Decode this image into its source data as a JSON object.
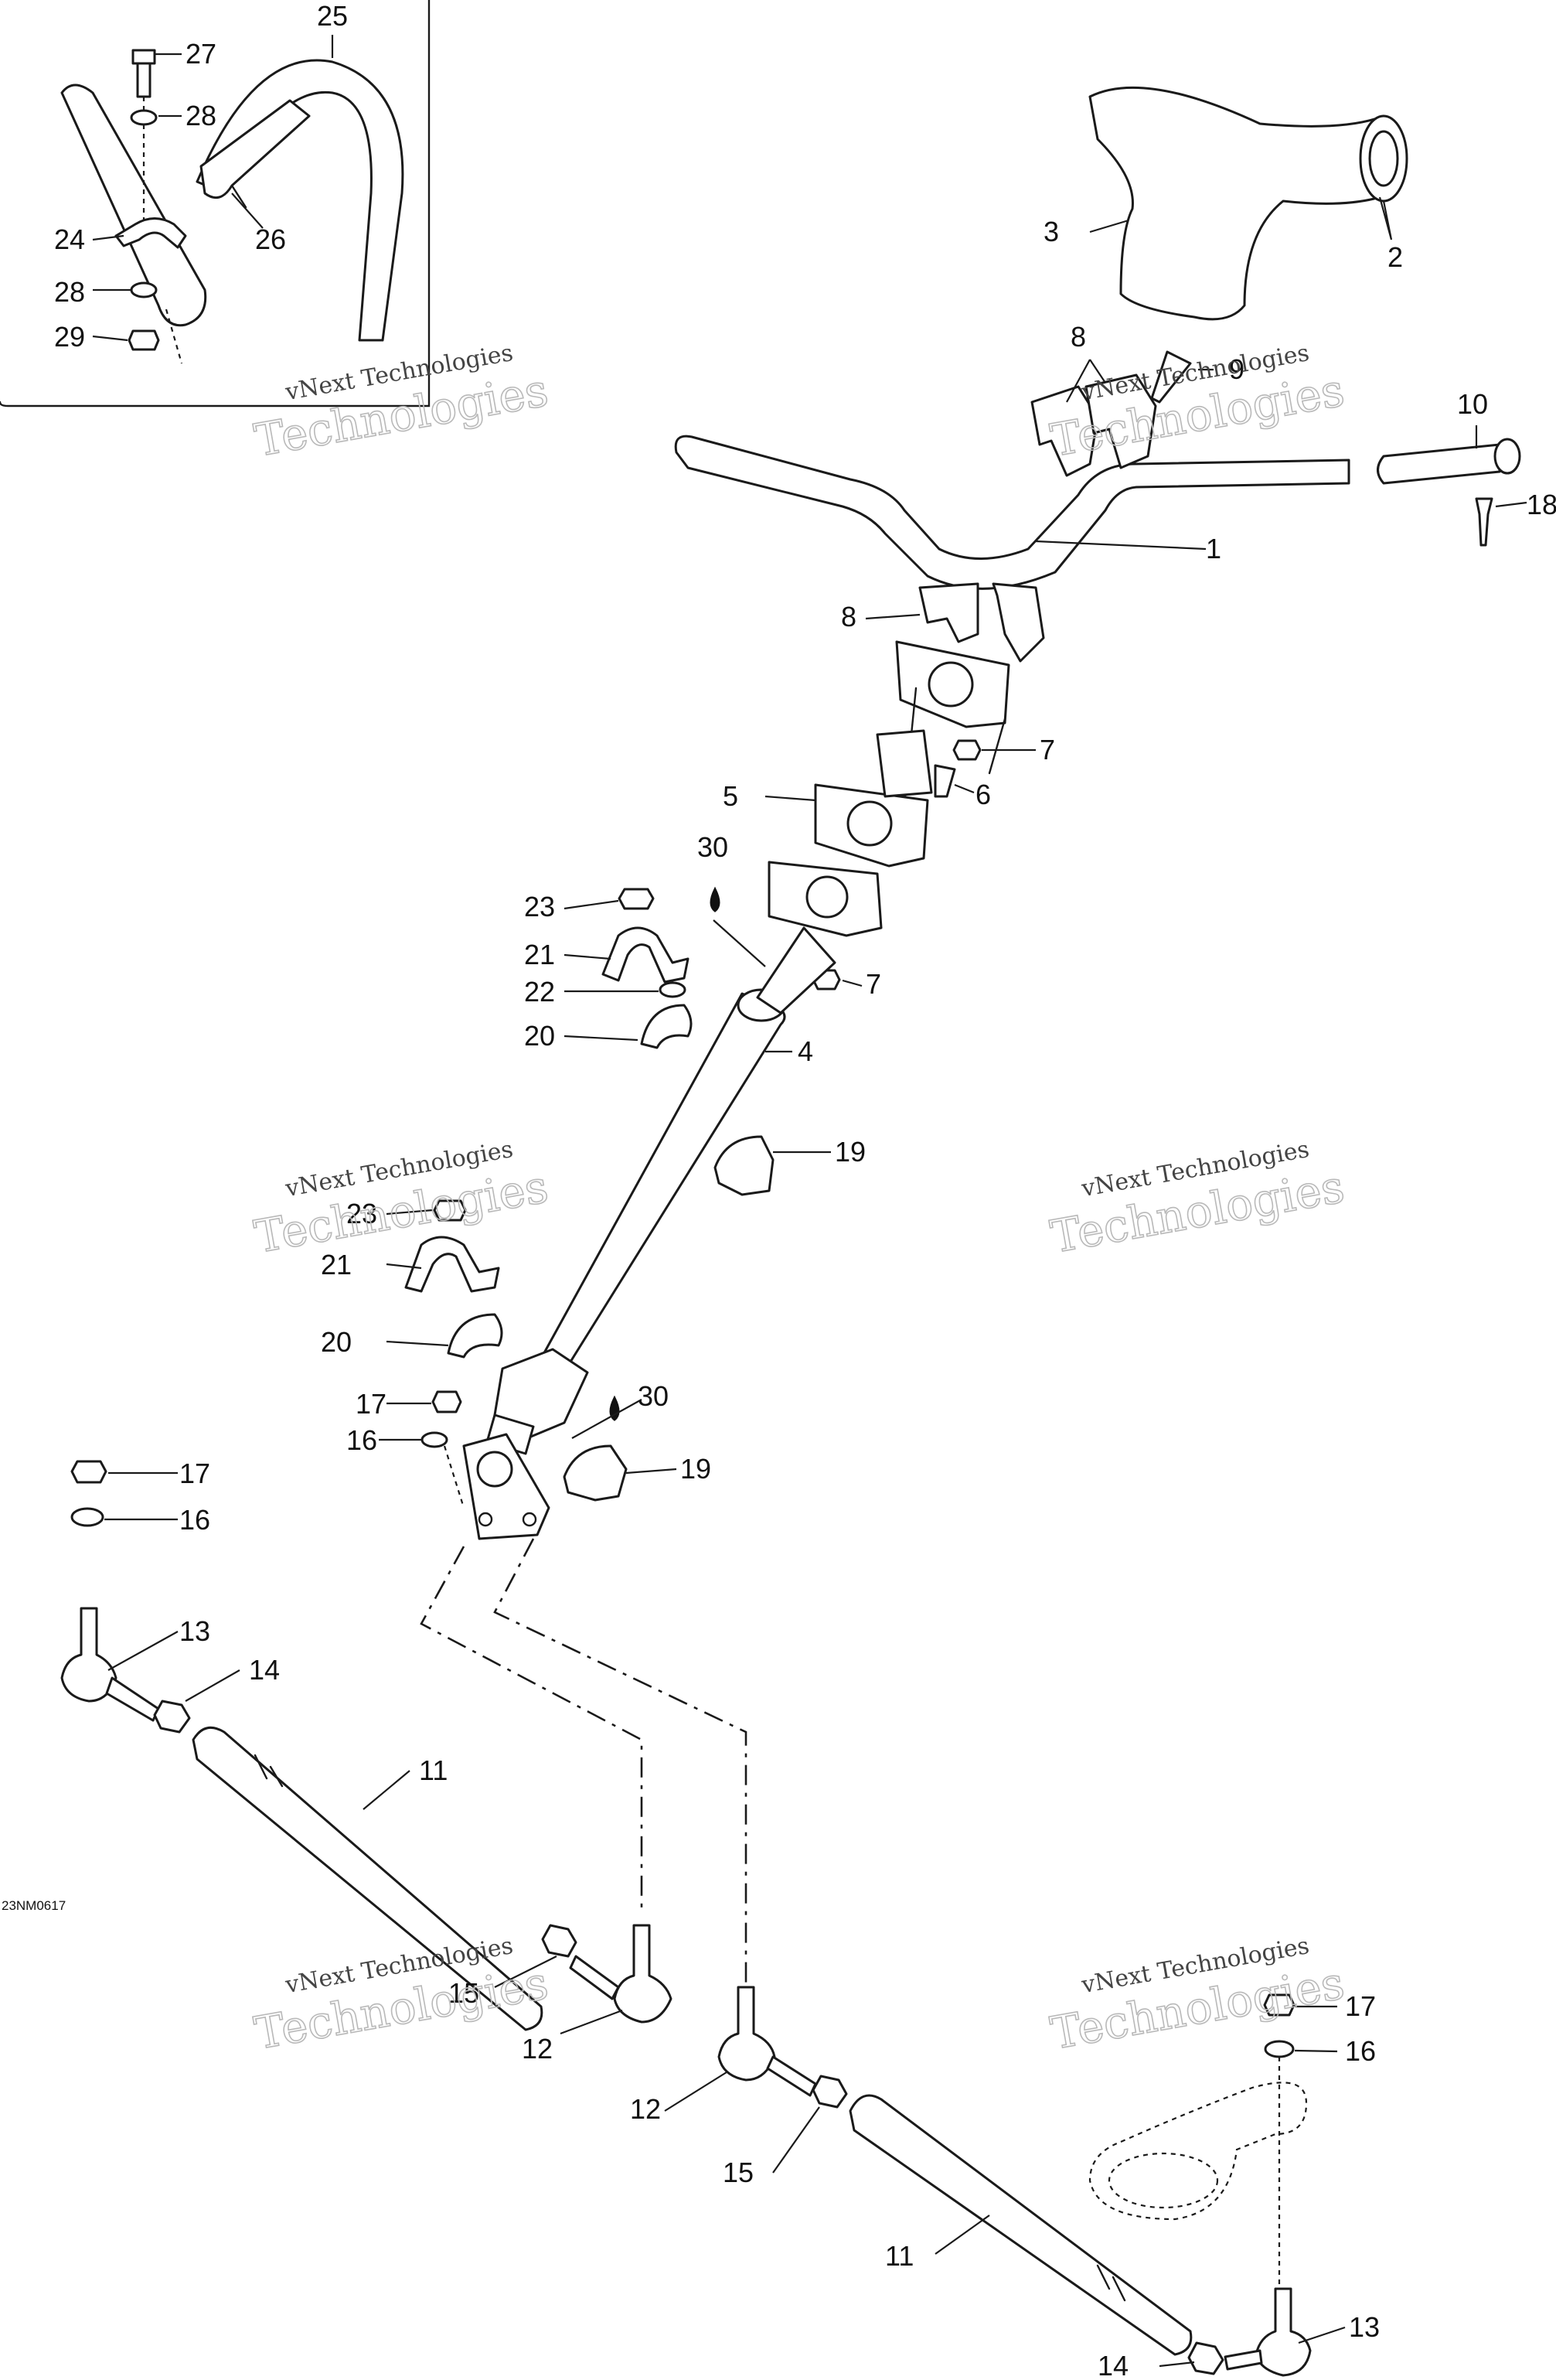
{
  "diagram": {
    "drawing_code": "23NM0617",
    "watermark_line1": "vNext Technologies",
    "watermark_line2": "Technologies",
    "callouts": {
      "c1": "1",
      "c2": "2",
      "c3": "3",
      "c4": "4",
      "c5": "5",
      "c6": "6",
      "c7a": "7",
      "c7b": "7",
      "c8a": "8",
      "c8b": "8",
      "c9": "9",
      "c10": "10",
      "c11a": "11",
      "c11b": "11",
      "c12a": "12",
      "c12b": "12",
      "c13a": "13",
      "c13b": "13",
      "c14a": "14",
      "c14b": "14",
      "c15a": "15",
      "c15b": "15",
      "c16a": "16",
      "c16b": "16",
      "c16c": "16",
      "c17a": "17",
      "c17b": "17",
      "c17c": "17",
      "c18": "18",
      "c19a": "19",
      "c19b": "19",
      "c20a": "20",
      "c20b": "20",
      "c21a": "21",
      "c21b": "21",
      "c22": "22",
      "c23a": "23",
      "c23b": "23",
      "c24": "24",
      "c25": "25",
      "c26": "26",
      "c27": "27",
      "c28a": "28",
      "c28b": "28",
      "c29": "29",
      "c30a": "30",
      "c30b": "30"
    }
  }
}
